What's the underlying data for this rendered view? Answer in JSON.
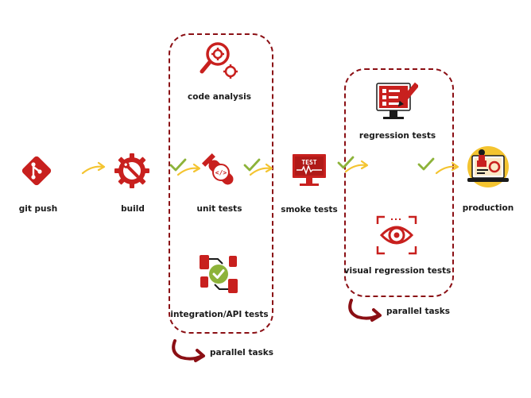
{
  "pipeline": {
    "stages": {
      "git_push": "git push",
      "build": "build",
      "code_analysis": "code analysis",
      "unit_tests": "unit tests",
      "integration_tests": "integration/API tests",
      "smoke_tests": "smoke tests",
      "regression_tests": "regression tests",
      "visual_regression_tests": "visual regression tests",
      "production": "production"
    },
    "smoke_screen_text": "TEST",
    "parallel_label_1": "parallel tasks",
    "parallel_label_2": "parallel tasks"
  },
  "colors": {
    "brand_red": "#c8201e",
    "dark_red": "#8b0f14",
    "check_green": "#8db33a",
    "arrow_yellow": "#f4c430",
    "text": "#1a1a1a"
  },
  "icons": [
    "git-icon",
    "gear-wrench-icon",
    "magnifier-gear-icon",
    "code-wrench-icon",
    "handshake-check-icon",
    "monitor-test-icon",
    "monitor-checklist-icon",
    "eye-scan-icon",
    "production-laptop-icon",
    "check-icon",
    "arrow-right-icon",
    "curved-arrow-icon"
  ]
}
